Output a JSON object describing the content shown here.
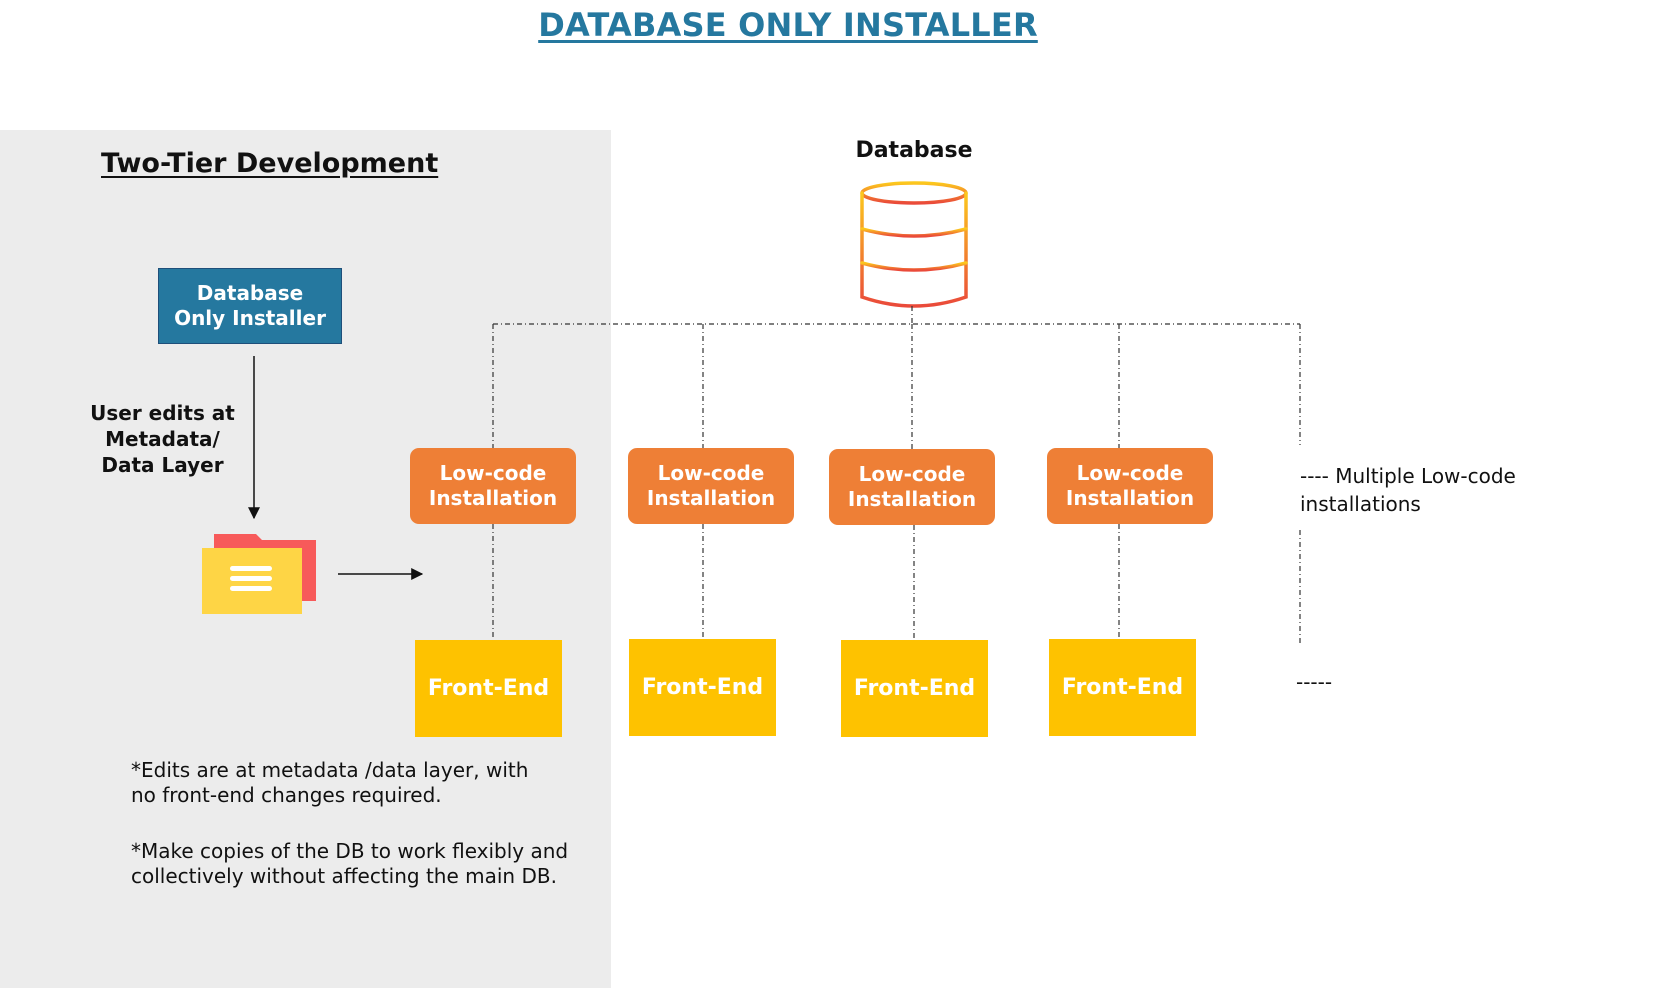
{
  "title": "DATABASE ONLY INSTALLER",
  "panel": {
    "title": "Two-Tier Development",
    "installer_lines": [
      "Database",
      "Only Installer"
    ],
    "edit_lines": [
      "User edits at",
      "Metadata/",
      "Data Layer"
    ],
    "notes": [
      [
        "*Edits are at metadata /data layer, with",
        "no front-end changes required."
      ],
      [
        "*Make copies of the DB to work flexibly and",
        "collectively without affecting the main DB."
      ]
    ]
  },
  "database_label": "Database",
  "lowcode_lines": [
    "Low-code",
    "Installation"
  ],
  "frontend_label": "Front-End",
  "multiple_note": [
    "---- Multiple Low-code",
    "installations"
  ],
  "trailing_dashes": "-----",
  "icons": {
    "database": "database-icon",
    "folder": "folder-document-icon"
  },
  "colors": {
    "title": "#25789f",
    "installer": "#25789f",
    "lowcode": "#ee7f36",
    "frontend": "#fec200",
    "panel_bg": "#ececec",
    "db_gradient_top": "#fcc81d",
    "db_gradient_bottom": "#ea4a3a",
    "folder_back": "#f75a5a",
    "folder_front": "#fed545"
  }
}
